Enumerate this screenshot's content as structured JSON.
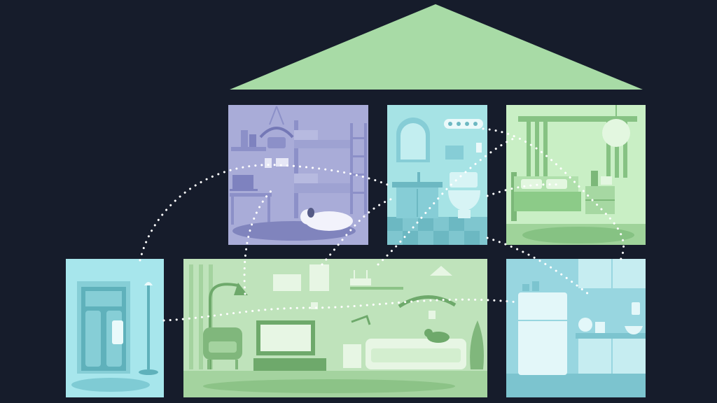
{
  "scene": {
    "title": "",
    "background": "#161c2b",
    "colors": {
      "roof": "#a8dba6",
      "kids_room": "#a9acd8",
      "bathroom": "#a6e3e5",
      "bedroom": "#c9efc5",
      "entry": "#a7e6ec",
      "living_room": "#bfe3bb",
      "kitchen": "#98d6e0",
      "network_dots": "#ffffff"
    },
    "rooms": [
      {
        "id": "kids-room",
        "icons": [
          "bunk-bed-icon",
          "laptop-icon",
          "dog-icon",
          "hanging-plant-icon",
          "smart-plug-icon"
        ]
      },
      {
        "id": "bathroom",
        "icons": [
          "mirror-icon",
          "sink-icon",
          "toilet-icon",
          "light-switch-icon"
        ]
      },
      {
        "id": "bedroom",
        "icons": [
          "bed-icon",
          "nightstand-icon",
          "pendant-lamp-icon",
          "curtain-icon"
        ]
      },
      {
        "id": "entry",
        "icons": [
          "door-icon",
          "smart-lock-icon",
          "coat-rack-icon"
        ]
      },
      {
        "id": "living-room",
        "icons": [
          "tv-icon",
          "armchair-icon",
          "sofa-icon",
          "floor-lamp-icon",
          "router-icon",
          "cat-icon"
        ]
      },
      {
        "id": "kitchen",
        "icons": [
          "fridge-icon",
          "kettle-icon",
          "cabinet-icon",
          "thermostat-icon"
        ]
      }
    ]
  }
}
